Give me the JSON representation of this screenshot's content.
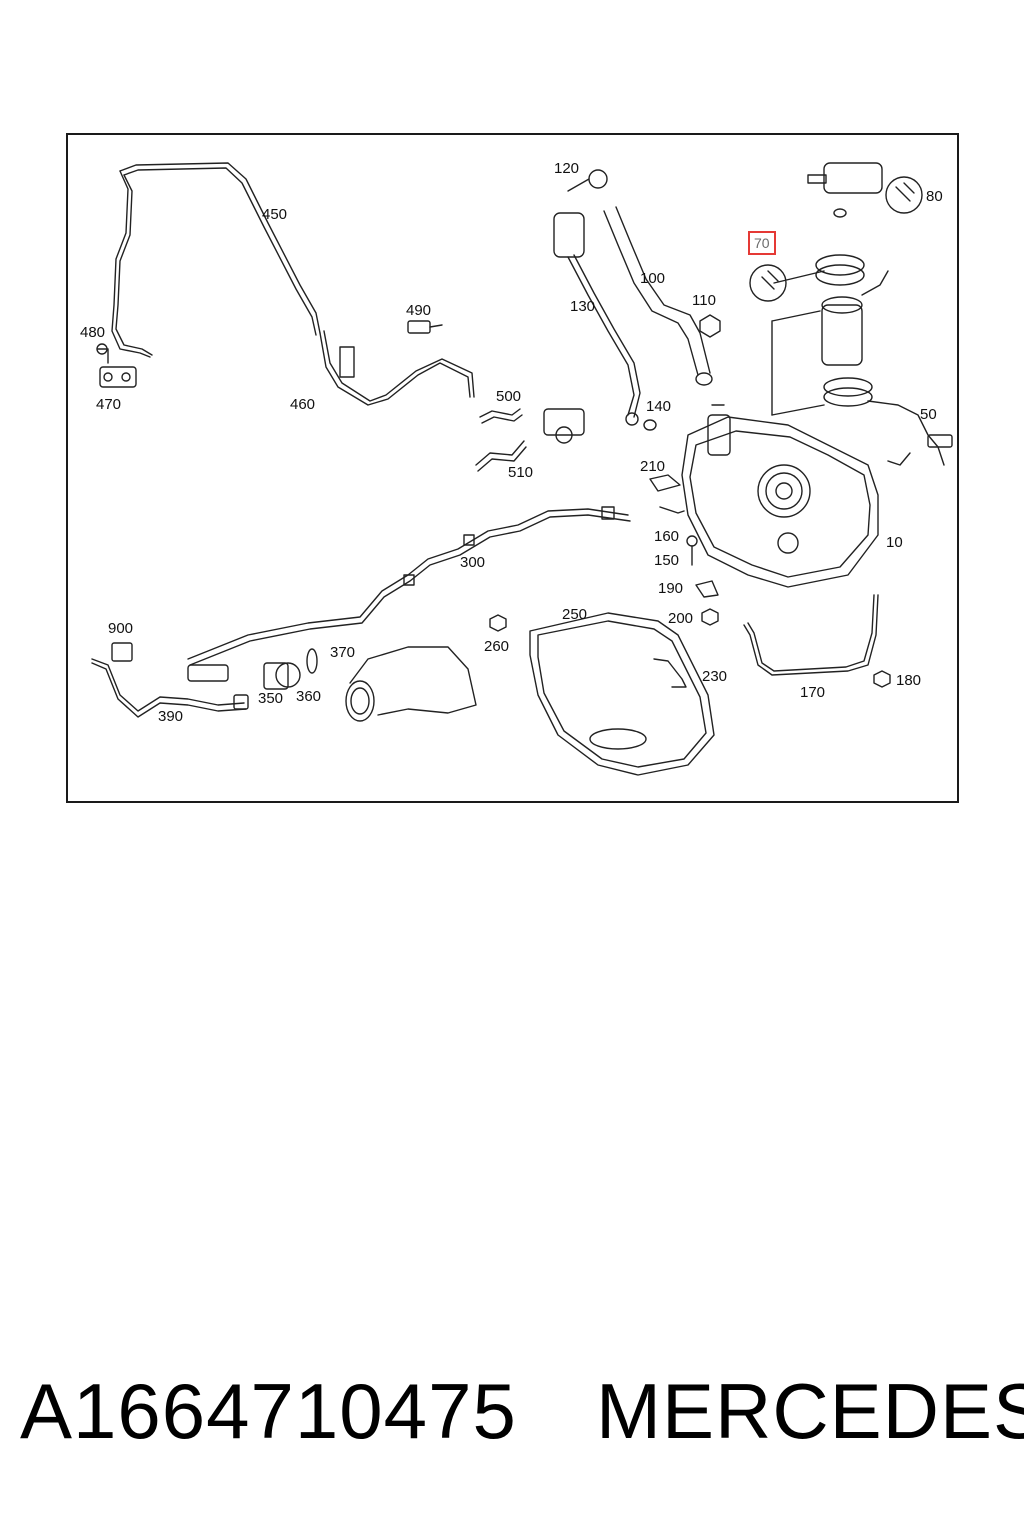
{
  "diagram": {
    "callouts": [
      "10",
      "50",
      "70",
      "80",
      "100",
      "110",
      "120",
      "130",
      "140",
      "150",
      "160",
      "170",
      "180",
      "190",
      "200",
      "210",
      "230",
      "250",
      "260",
      "300",
      "350",
      "360",
      "370",
      "390",
      "450",
      "460",
      "470",
      "480",
      "490",
      "500",
      "510",
      "900"
    ],
    "highlighted_callout": "70",
    "highlight_color": "#e53935",
    "line_color": "#222222"
  },
  "footer": {
    "part_number": "A1664710475",
    "brand": "MERCEDES"
  }
}
